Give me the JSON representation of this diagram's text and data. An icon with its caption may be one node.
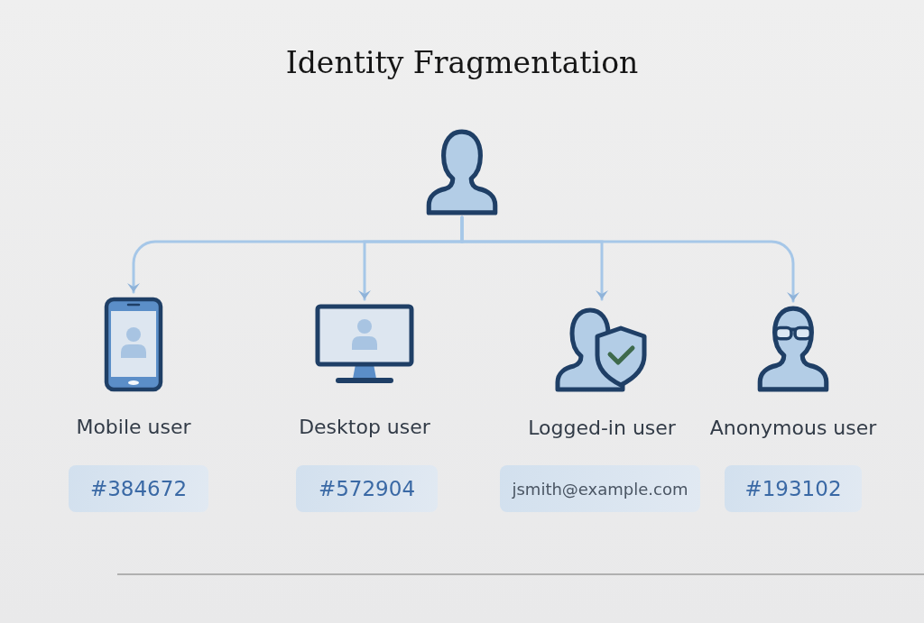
{
  "diagram": {
    "title": "Identity Fragmentation",
    "nodes": [
      {
        "text": [],
        "shape": "person"
      },
      {
        "text": [],
        "shape": "picture",
        "beside": [
          "Mobile user"
        ]
      },
      {
        "text": [],
        "shape": "picture",
        "beside": [
          "Desktop user"
        ]
      },
      {
        "text": [],
        "shape": "person",
        "beside": [
          "Logged-in user"
        ]
      },
      {
        "text": [],
        "shape": "person",
        "beside": [
          "Anonymous user"
        ]
      },
      {
        "text": [
          "#384672"
        ]
      },
      {
        "text": [
          "#572904"
        ]
      },
      {
        "text": [
          "jsmith@example.com"
        ]
      },
      {
        "text": [
          "#193102"
        ]
      }
    ],
    "edges": [
      {
        "from": 0,
        "to": 1,
        "arrow": "to"
      },
      {
        "from": 0,
        "to": 2,
        "arrow": "to"
      },
      {
        "from": 0,
        "to": 3,
        "arrow": "to"
      },
      {
        "from": 0,
        "to": 4,
        "arrow": "to"
      }
    ]
  }
}
